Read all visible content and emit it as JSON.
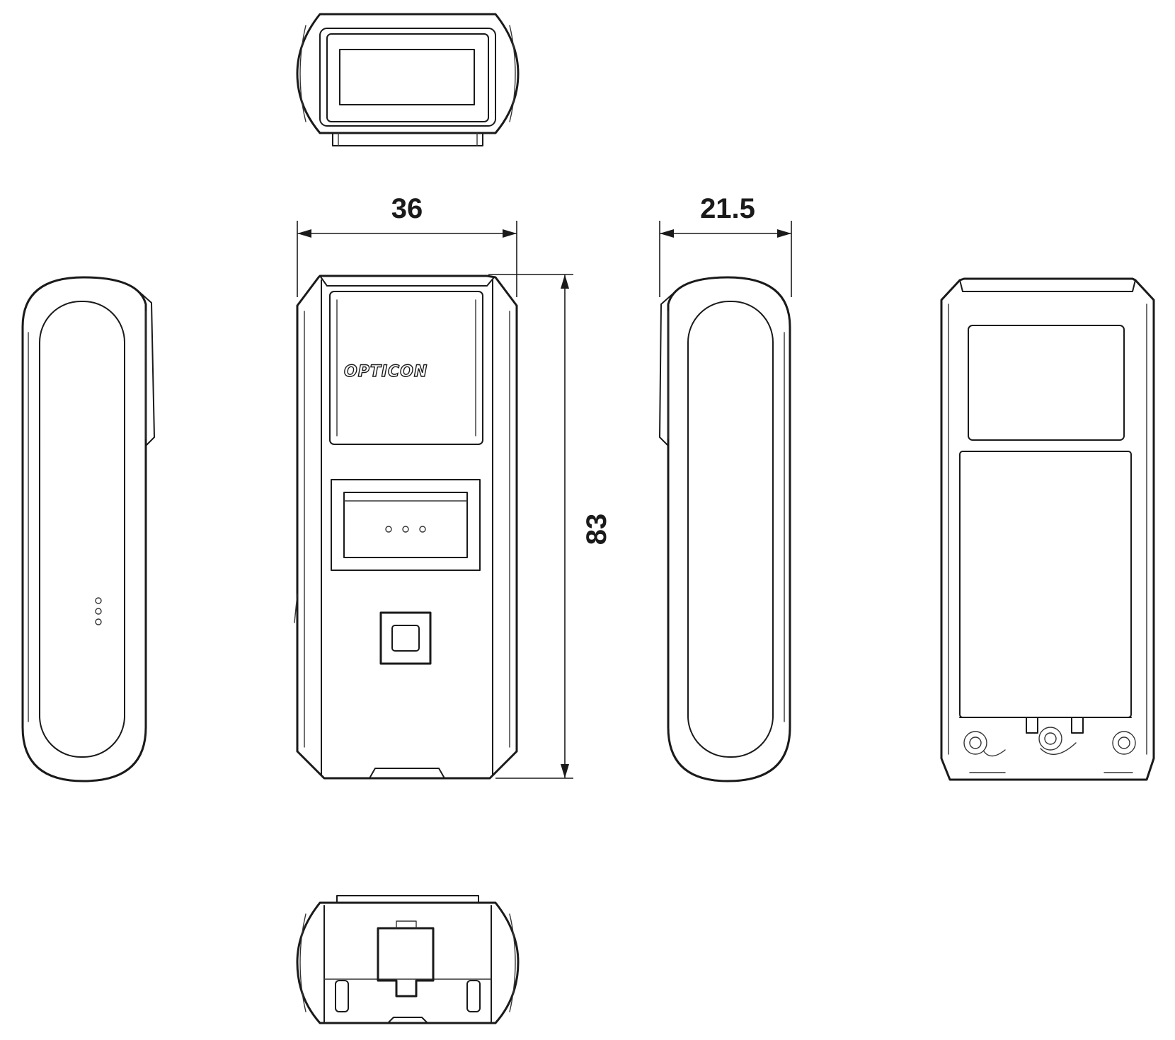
{
  "dimensions": {
    "width": "36",
    "depth": "21.5",
    "height": "83"
  },
  "branding": {
    "logo_text": "OPTICON"
  },
  "colors": {
    "line": "#1a1a1a",
    "background": "#ffffff"
  }
}
